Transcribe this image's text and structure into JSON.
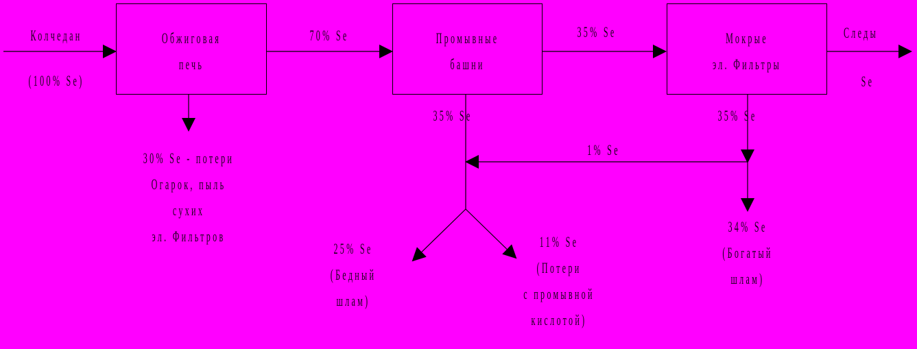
{
  "colors": {
    "background": "#ff00ff",
    "lines": "#000000",
    "text": "#1a001a"
  },
  "boxes": {
    "furnace": {
      "lines": [
        "Обжиговая",
        "печь"
      ]
    },
    "washer": {
      "lines": [
        "Промывные",
        "башни"
      ]
    },
    "filters": {
      "lines": [
        "Мокрые",
        "эл. Фильтры"
      ]
    }
  },
  "flows": {
    "input": {
      "name": "Колчедан",
      "amount": "(100% Se)"
    },
    "furnace_out": "70% Se",
    "washer_out": "35% Se",
    "output": {
      "name": "Следы",
      "amount": "Se"
    },
    "furnace_loss": [
      "30% Se - потери",
      "Огарок, пыль",
      "сухих",
      "эл. Фильтров"
    ],
    "washer_down": "35% Se",
    "filters_down": "35% Se",
    "recycle": "1% Se",
    "poor_sludge": [
      "25% Se",
      "(Бедный",
      "шлам)"
    ],
    "acid_loss": [
      "11% Se",
      "(Потери",
      "с промывной",
      "кислотой)"
    ],
    "rich_sludge": [
      "34% Se",
      "(Богатый",
      "шлам)"
    ]
  }
}
